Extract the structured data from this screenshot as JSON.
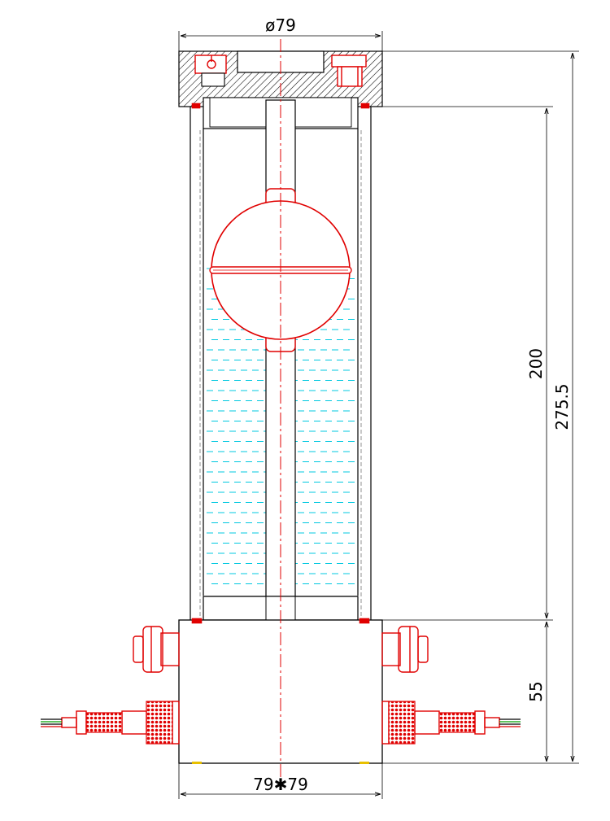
{
  "title": "",
  "dimensions": {
    "top_diameter": "ø79",
    "bottom_size": "79✱79",
    "tube_height": "200",
    "total_height": "275.5",
    "base_height": "55"
  },
  "colors": {
    "outline": "#000000",
    "float_and_fittings": "#e00000",
    "liquid": "#00c8e0",
    "hidden_lines": "#777777"
  }
}
